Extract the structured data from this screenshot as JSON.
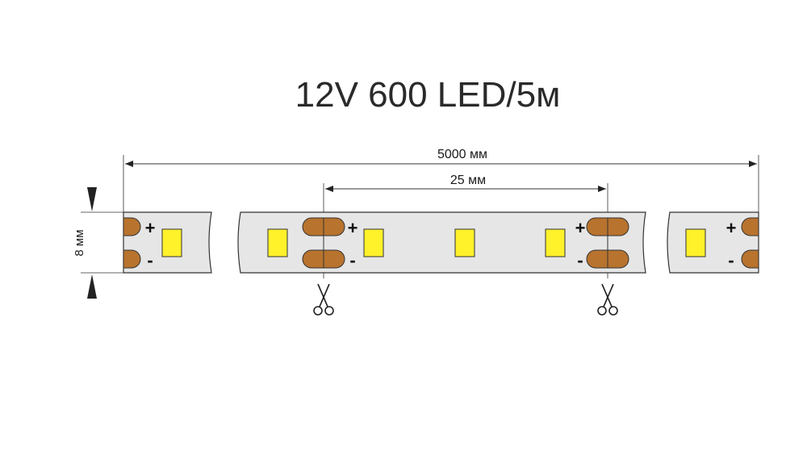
{
  "title": "12V 600 LED/5м",
  "dimensions": {
    "total_length": "5000 мм",
    "cut_interval": "25 мм",
    "width": "8 мм"
  },
  "pad_labels": {
    "positive": "+",
    "negative": "-"
  },
  "colors": {
    "strip": "#e6e6e6",
    "pad": "#b8732e",
    "led": "#fff12a",
    "outline": "#333333",
    "text": "#2a2a2a"
  },
  "icons": {
    "cut_mark": "scissors-icon"
  }
}
